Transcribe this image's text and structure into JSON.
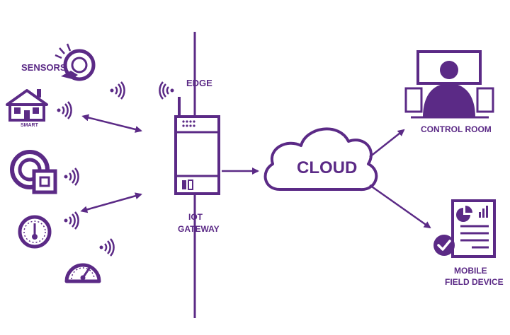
{
  "colors": {
    "primary": "#5b2a86",
    "background": "#ffffff"
  },
  "labels": {
    "sensors": "SENSORS",
    "smart": "SMART",
    "edge": "EDGE",
    "iot_gateway_line1": "IOT",
    "iot_gateway_line2": "GATEWAY",
    "cloud": "CLOUD",
    "control_room": "CONTROL ROOM",
    "mobile_line1": "MOBILE",
    "mobile_line2": "FIELD DEVICE"
  },
  "icons": [
    "sensor-smoke-detector-icon",
    "smart-house-icon",
    "circular-sensor-icon",
    "thermometer-gauge-icon",
    "speedometer-gauge-icon",
    "wireless-signal-icon",
    "iot-gateway-device-icon",
    "cloud-icon",
    "control-room-monitor-icon",
    "mobile-report-checkmark-icon"
  ]
}
